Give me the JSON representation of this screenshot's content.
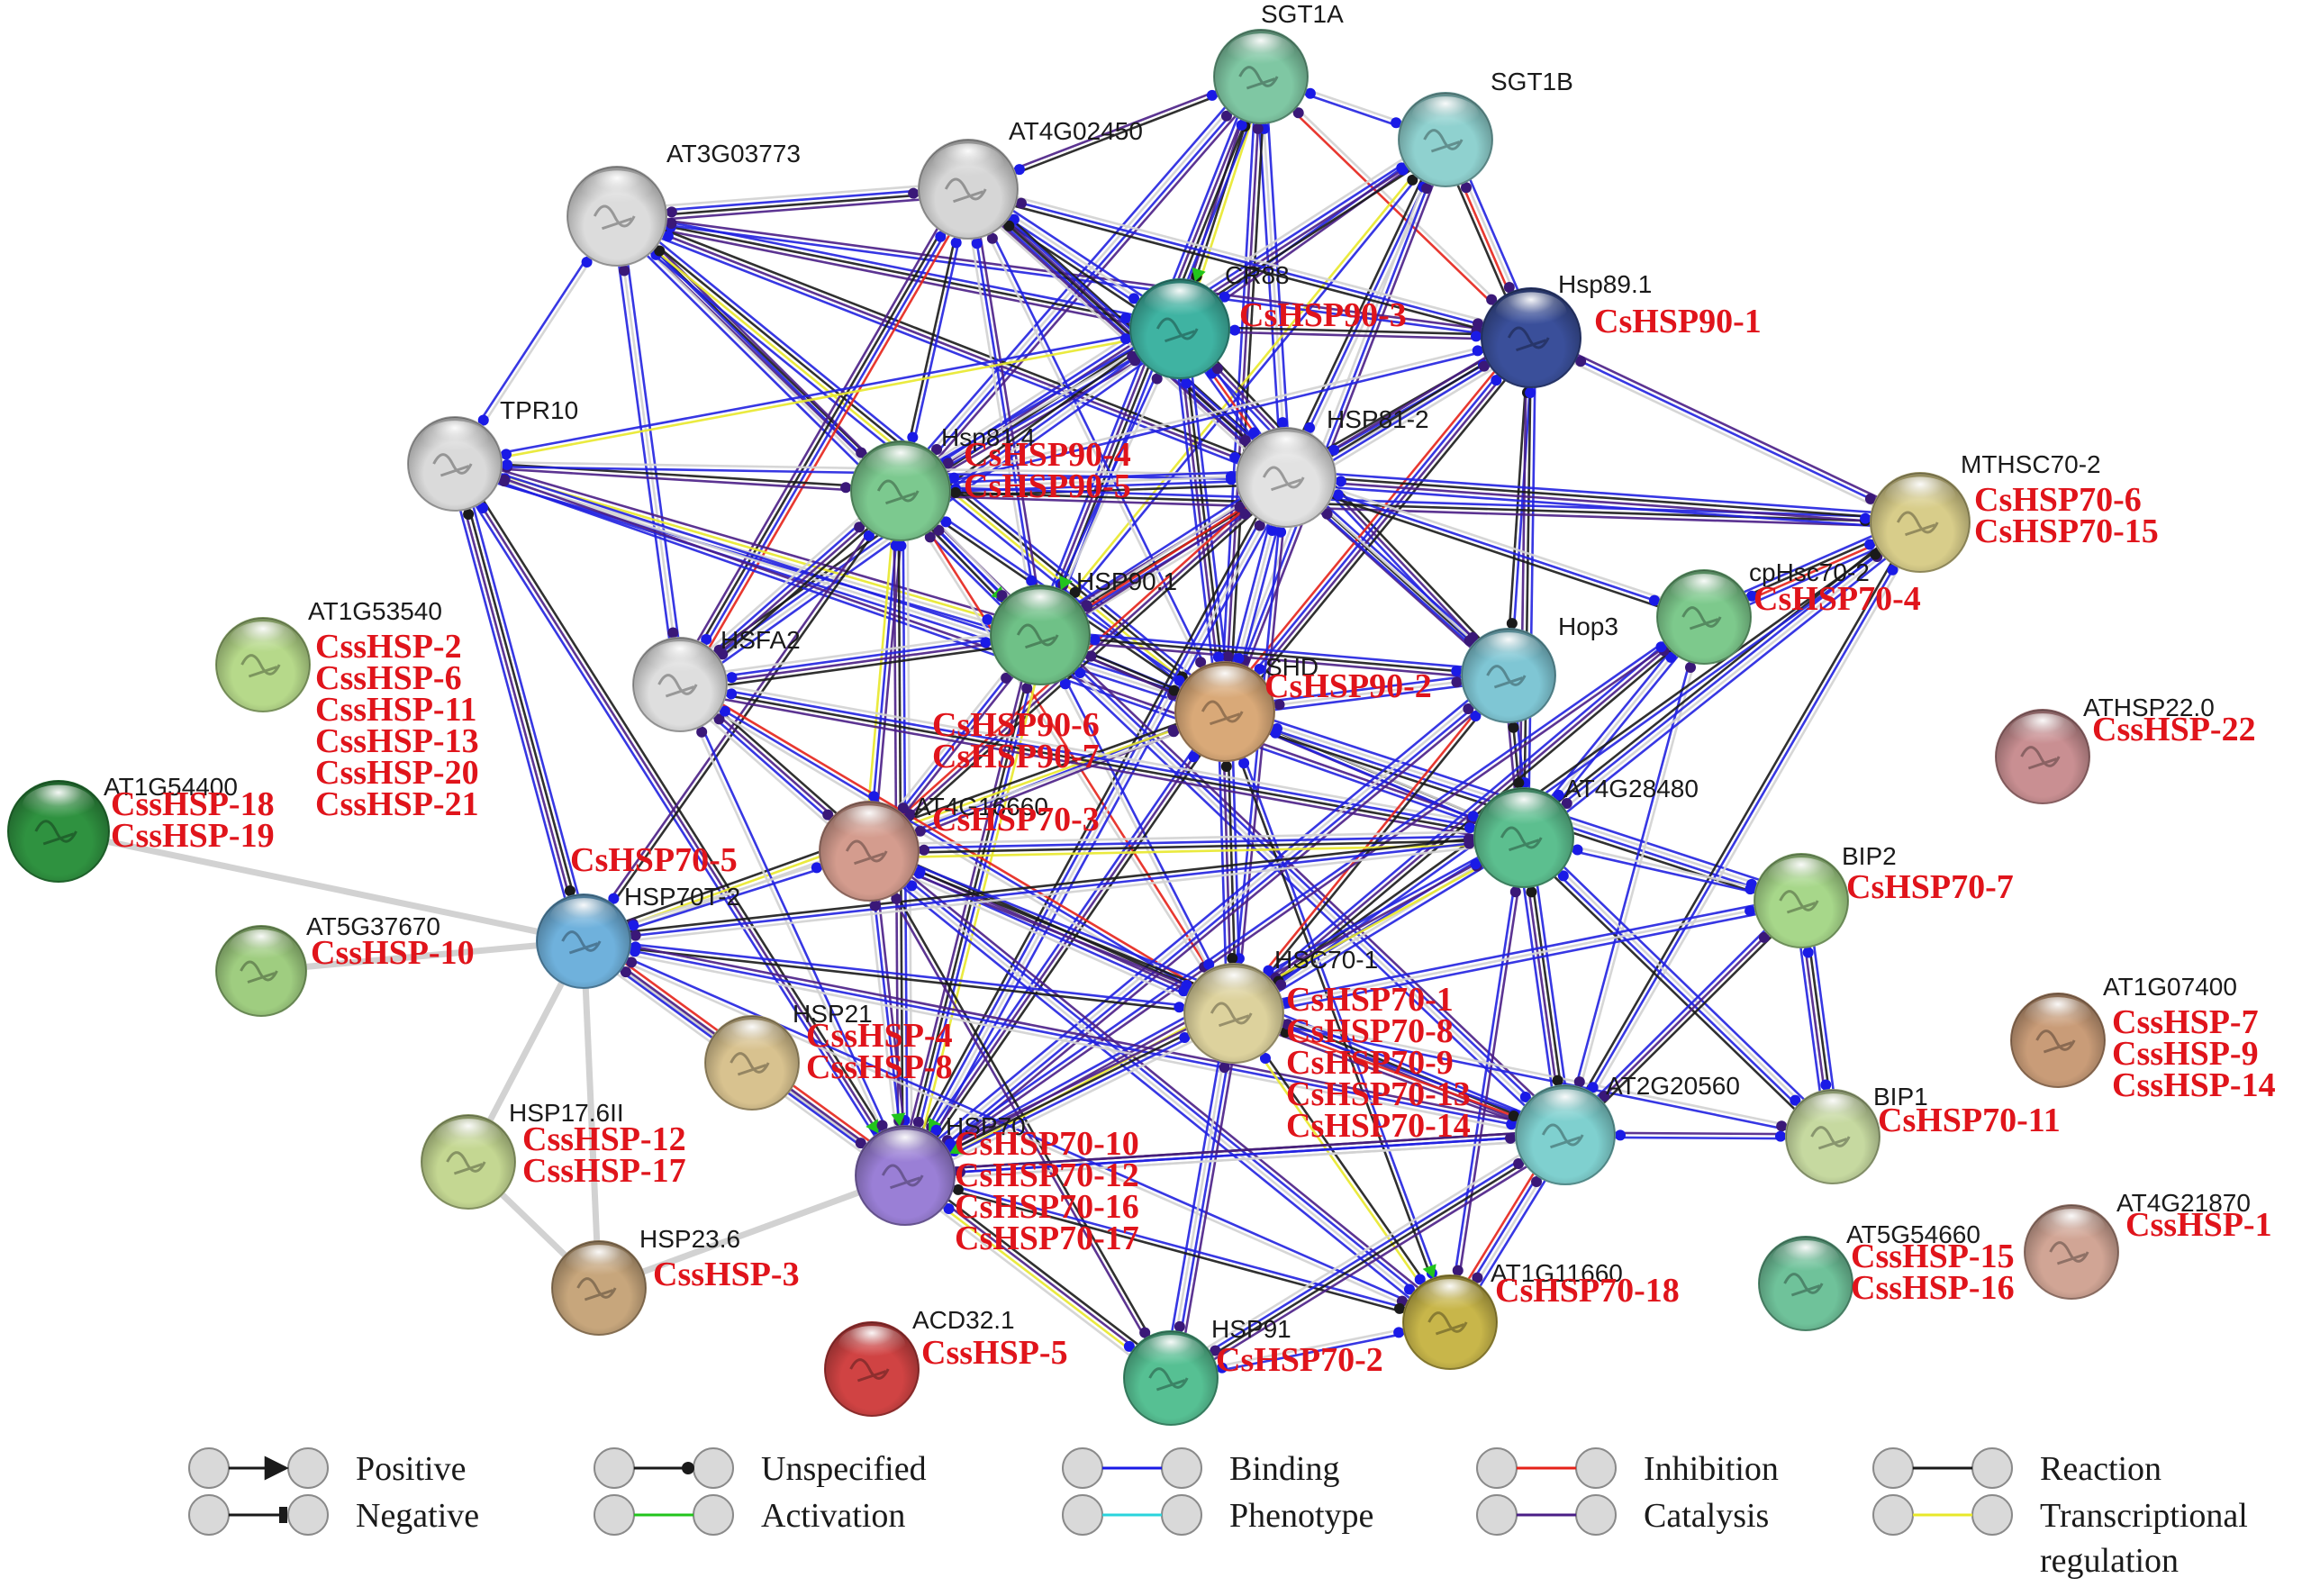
{
  "network": {
    "nodes": [
      {
        "id": "SGT1A",
        "label": "SGT1A",
        "aliases": [],
        "color": "#7fc7a3"
      },
      {
        "id": "SGT1B",
        "label": "SGT1B",
        "aliases": [],
        "color": "#8fd1cf"
      },
      {
        "id": "AT3G03773",
        "label": "AT3G03773",
        "aliases": [],
        "color": "#dcdcdc"
      },
      {
        "id": "AT4G02450",
        "label": "AT4G02450",
        "aliases": [],
        "color": "#d6d6d6"
      },
      {
        "id": "CR88",
        "label": "CR88",
        "aliases": [
          "CsHSP90-3"
        ],
        "color": "#3fb3a2"
      },
      {
        "id": "Hsp89.1",
        "label": "Hsp89.1",
        "aliases": [
          "CsHSP90-1"
        ],
        "color": "#3a4f9a"
      },
      {
        "id": "TPR10",
        "label": "TPR10",
        "aliases": [],
        "color": "#dadada"
      },
      {
        "id": "Hsp81.4",
        "label": "Hsp81.4",
        "aliases": [
          "CsHSP90-4",
          "CsHSP90-5"
        ],
        "color": "#7cc98f"
      },
      {
        "id": "HSP81-2",
        "label": "HSP81-2",
        "aliases": [],
        "color": "#e2e2e2"
      },
      {
        "id": "MTHSC70-2",
        "label": "MTHSC70-2",
        "aliases": [
          "CsHSP70-6",
          "CsHSP70-15"
        ],
        "color": "#d8cd8a"
      },
      {
        "id": "AT1G53540",
        "label": "AT1G53540",
        "aliases": [
          "CssHSP-2",
          "CssHSP-6",
          "CssHSP-11",
          "CssHSP-13",
          "CssHSP-20",
          "CssHSP-21"
        ],
        "color": "#b6d98a"
      },
      {
        "id": "HSP90.1",
        "label": "HSP90.1",
        "aliases": [],
        "color": "#6fc187"
      },
      {
        "id": "HSFA2",
        "label": "HSFA2",
        "aliases": [],
        "color": "#dedede"
      },
      {
        "id": "SHD",
        "label": "SHD",
        "aliases": [
          "CsHSP90-2",
          "CsHSP90-6",
          "CsHSP90-7"
        ],
        "color": "#d9a978"
      },
      {
        "id": "Hop3",
        "label": "Hop3",
        "aliases": [],
        "color": "#7fc6d4"
      },
      {
        "id": "cpHsc70-2",
        "label": "cpHsc70-2",
        "aliases": [
          "CsHSP70-4"
        ],
        "color": "#7dc98c"
      },
      {
        "id": "ATHSP22.0",
        "label": "ATHSP22.0",
        "aliases": [
          "CssHSP-22"
        ],
        "color": "#c98f92"
      },
      {
        "id": "AT1G54400",
        "label": "AT1G54400",
        "aliases": [
          "CssHSP-18",
          "CssHSP-19"
        ],
        "color": "#2f9240"
      },
      {
        "id": "AT4G16660",
        "label": "AT4G16660",
        "aliases": [
          "CsHSP70-3"
        ],
        "color": "#d49c8e"
      },
      {
        "id": "AT4G28480",
        "label": "AT4G28480",
        "aliases": [],
        "color": "#5cbf8f"
      },
      {
        "id": "HSP70T-2",
        "label": "HSP70T-2",
        "aliases": [
          "CsHSP70-5"
        ],
        "color": "#6fb1dc"
      },
      {
        "id": "AT5G37670",
        "label": "AT5G37670",
        "aliases": [
          "CssHSP-10"
        ],
        "color": "#9fcd80"
      },
      {
        "id": "BIP2",
        "label": "BIP2",
        "aliases": [
          "CsHSP70-7"
        ],
        "color": "#a7d78a"
      },
      {
        "id": "HSC70-1",
        "label": "HSC70-1",
        "aliases": [
          "CsHSP70-1",
          "CsHSP70-8",
          "CsHSP70-9",
          "CsHSP70-13",
          "CsHSP70-14"
        ],
        "color": "#ddd29d"
      },
      {
        "id": "AT1G07400",
        "label": "AT1G07400",
        "aliases": [
          "CssHSP-7",
          "CssHSP-9",
          "CssHSP-14"
        ],
        "color": "#c99c78"
      },
      {
        "id": "HSP21",
        "label": "HSP21",
        "aliases": [
          "CssHSP-4",
          "CssHSP-8"
        ],
        "color": "#d8c28f"
      },
      {
        "id": "AT2G20560",
        "label": "AT2G20560",
        "aliases": [],
        "color": "#7fd0cf"
      },
      {
        "id": "BIP1",
        "label": "BIP1",
        "aliases": [
          "CsHSP70-11"
        ],
        "color": "#c6d9a0"
      },
      {
        "id": "HSP70",
        "label": "HSP70",
        "aliases": [
          "CsHSP70-10",
          "CsHSP70-12",
          "CsHSP70-16",
          "CsHSP70-17"
        ],
        "color": "#9a7fd6"
      },
      {
        "id": "HSP17.6II",
        "label": "HSP17.6II",
        "aliases": [
          "CssHSP-12",
          "CssHSP-17"
        ],
        "color": "#c4d792"
      },
      {
        "id": "HSP23.6",
        "label": "HSP23.6",
        "aliases": [
          "CssHSP-3"
        ],
        "color": "#c7a67c"
      },
      {
        "id": "AT4G21870",
        "label": "AT4G21870",
        "aliases": [
          "CssHSP-1"
        ],
        "color": "#d1a595"
      },
      {
        "id": "AT5G54660",
        "label": "AT5G54660",
        "aliases": [
          "CssHSP-15",
          "CssHSP-16"
        ],
        "color": "#6fc29a"
      },
      {
        "id": "AT1G11660",
        "label": "AT1G11660",
        "aliases": [
          "CsHSP70-18"
        ],
        "color": "#c8b64a"
      },
      {
        "id": "ACD32.1",
        "label": "ACD32.1",
        "aliases": [
          "CssHSP-5"
        ],
        "color": "#d04343"
      },
      {
        "id": "HSP91",
        "label": "HSP91",
        "aliases": [
          "CsHSP70-2"
        ],
        "color": "#56c093"
      }
    ],
    "edges": [
      [
        "SGT1A",
        "CR88"
      ],
      [
        "SGT1A",
        "AT4G02450"
      ],
      [
        "SGT1A",
        "Hsp81.4"
      ],
      [
        "SGT1A",
        "HSP81-2"
      ],
      [
        "SGT1A",
        "Hsp89.1"
      ],
      [
        "SGT1A",
        "HSP90.1"
      ],
      [
        "SGT1A",
        "SHD"
      ],
      [
        "SGT1B",
        "CR88"
      ],
      [
        "SGT1B",
        "Hsp89.1"
      ],
      [
        "SGT1B",
        "HSP81-2"
      ],
      [
        "SGT1B",
        "HSP90.1"
      ],
      [
        "SGT1B",
        "Hsp81.4"
      ],
      [
        "SGT1B",
        "SHD"
      ],
      [
        "SGT1B",
        "SGT1A"
      ],
      [
        "AT3G03773",
        "AT4G02450"
      ],
      [
        "AT3G03773",
        "CR88"
      ],
      [
        "AT3G03773",
        "Hsp81.4"
      ],
      [
        "AT3G03773",
        "HSP90.1"
      ],
      [
        "AT3G03773",
        "HSFA2"
      ],
      [
        "AT3G03773",
        "TPR10"
      ],
      [
        "AT3G03773",
        "SHD"
      ],
      [
        "AT3G03773",
        "HSP81-2"
      ],
      [
        "AT3G03773",
        "Hsp89.1"
      ],
      [
        "AT4G02450",
        "CR88"
      ],
      [
        "AT4G02450",
        "Hsp89.1"
      ],
      [
        "AT4G02450",
        "Hsp81.4"
      ],
      [
        "AT4G02450",
        "HSP81-2"
      ],
      [
        "AT4G02450",
        "HSP90.1"
      ],
      [
        "AT4G02450",
        "SHD"
      ],
      [
        "AT4G02450",
        "HSFA2"
      ],
      [
        "AT4G02450",
        "Hop3"
      ],
      [
        "CR88",
        "Hsp89.1"
      ],
      [
        "CR88",
        "Hsp81.4"
      ],
      [
        "CR88",
        "HSP81-2"
      ],
      [
        "CR88",
        "HSP90.1"
      ],
      [
        "CR88",
        "SHD"
      ],
      [
        "CR88",
        "Hop3"
      ],
      [
        "CR88",
        "TPR10"
      ],
      [
        "CR88",
        "HSFA2"
      ],
      [
        "Hsp89.1",
        "HSP81-2"
      ],
      [
        "Hsp89.1",
        "Hop3"
      ],
      [
        "Hsp89.1",
        "SHD"
      ],
      [
        "Hsp89.1",
        "MTHSC70-2"
      ],
      [
        "Hsp89.1",
        "Hsp81.4"
      ],
      [
        "Hsp89.1",
        "HSP90.1"
      ],
      [
        "Hsp89.1",
        "AT4G28480"
      ],
      [
        "TPR10",
        "Hsp81.4"
      ],
      [
        "TPR10",
        "HSP90.1"
      ],
      [
        "TPR10",
        "SHD"
      ],
      [
        "TPR10",
        "HSP81-2"
      ],
      [
        "TPR10",
        "HSP70T-2"
      ],
      [
        "TPR10",
        "HSP70"
      ],
      [
        "TPR10",
        "AT4G28480"
      ],
      [
        "Hsp81.4",
        "HSP81-2"
      ],
      [
        "Hsp81.4",
        "HSP90.1"
      ],
      [
        "Hsp81.4",
        "SHD"
      ],
      [
        "Hsp81.4",
        "HSFA2"
      ],
      [
        "Hsp81.4",
        "AT4G16660"
      ],
      [
        "Hsp81.4",
        "HSC70-1"
      ],
      [
        "Hsp81.4",
        "HSP70"
      ],
      [
        "Hsp81.4",
        "MTHSC70-2"
      ],
      [
        "Hsp81.4",
        "HSP70T-2"
      ],
      [
        "HSP81-2",
        "HSP90.1"
      ],
      [
        "HSP81-2",
        "SHD"
      ],
      [
        "HSP81-2",
        "Hop3"
      ],
      [
        "HSP81-2",
        "MTHSC70-2"
      ],
      [
        "HSP81-2",
        "AT4G16660"
      ],
      [
        "HSP81-2",
        "HSC70-1"
      ],
      [
        "HSP81-2",
        "HSP70"
      ],
      [
        "HSP81-2",
        "cpHsc70-2"
      ],
      [
        "HSP90.1",
        "SHD"
      ],
      [
        "HSP90.1",
        "HSFA2"
      ],
      [
        "HSP90.1",
        "AT4G16660"
      ],
      [
        "HSP90.1",
        "HSC70-1"
      ],
      [
        "HSP90.1",
        "HSP70"
      ],
      [
        "HSP90.1",
        "Hop3"
      ],
      [
        "HSP90.1",
        "AT4G28480"
      ],
      [
        "HSP90.1",
        "AT2G20560"
      ],
      [
        "SHD",
        "Hop3"
      ],
      [
        "SHD",
        "AT4G28480"
      ],
      [
        "SHD",
        "HSC70-1"
      ],
      [
        "SHD",
        "HSP70"
      ],
      [
        "SHD",
        "AT4G16660"
      ],
      [
        "SHD",
        "BIP2"
      ],
      [
        "SHD",
        "HSP70T-2"
      ],
      [
        "SHD",
        "AT1G11660"
      ],
      [
        "HSFA2",
        "AT4G16660"
      ],
      [
        "HSFA2",
        "HSC70-1"
      ],
      [
        "HSFA2",
        "HSP70"
      ],
      [
        "HSFA2",
        "AT4G28480"
      ],
      [
        "Hop3",
        "AT4G28480"
      ],
      [
        "Hop3",
        "HSC70-1"
      ],
      [
        "Hop3",
        "HSP70"
      ],
      [
        "cpHsc70-2",
        "AT4G28480"
      ],
      [
        "cpHsc70-2",
        "AT2G20560"
      ],
      [
        "cpHsc70-2",
        "MTHSC70-2"
      ],
      [
        "cpHsc70-2",
        "HSC70-1"
      ],
      [
        "cpHsc70-2",
        "HSP70"
      ],
      [
        "MTHSC70-2",
        "AT4G28480"
      ],
      [
        "MTHSC70-2",
        "AT2G20560"
      ],
      [
        "MTHSC70-2",
        "HSC70-1"
      ],
      [
        "AT4G16660",
        "HSC70-1"
      ],
      [
        "AT4G16660",
        "HSP70"
      ],
      [
        "AT4G16660",
        "HSP70T-2"
      ],
      [
        "AT4G16660",
        "AT4G28480"
      ],
      [
        "AT4G16660",
        "AT2G20560"
      ],
      [
        "AT4G16660",
        "HSP91"
      ],
      [
        "AT4G16660",
        "AT1G11660"
      ],
      [
        "AT4G28480",
        "HSC70-1"
      ],
      [
        "AT4G28480",
        "BIP2"
      ],
      [
        "AT4G28480",
        "AT2G20560"
      ],
      [
        "AT4G28480",
        "HSP70"
      ],
      [
        "AT4G28480",
        "AT1G11660"
      ],
      [
        "AT4G28480",
        "BIP1"
      ],
      [
        "AT4G28480",
        "HSP70T-2"
      ],
      [
        "HSP70T-2",
        "HSC70-1"
      ],
      [
        "HSP70T-2",
        "HSP70"
      ],
      [
        "HSP70T-2",
        "AT2G20560"
      ],
      [
        "HSP70T-2",
        "AT1G11660"
      ],
      [
        "HSC70-1",
        "HSP70"
      ],
      [
        "HSC70-1",
        "AT2G20560"
      ],
      [
        "HSC70-1",
        "AT1G11660"
      ],
      [
        "HSC70-1",
        "HSP91"
      ],
      [
        "HSC70-1",
        "BIP2"
      ],
      [
        "HSC70-1",
        "BIP1"
      ],
      [
        "BIP2",
        "BIP1"
      ],
      [
        "BIP2",
        "AT2G20560"
      ],
      [
        "AT2G20560",
        "BIP1"
      ],
      [
        "AT2G20560",
        "AT1G11660"
      ],
      [
        "AT2G20560",
        "HSP70"
      ],
      [
        "HSP70",
        "AT1G11660"
      ],
      [
        "HSP70",
        "HSP91"
      ],
      [
        "HSP70",
        "AT2G20560"
      ],
      [
        "AT1G11660",
        "HSP91"
      ],
      [
        "HSP91",
        "AT2G20560"
      ]
    ],
    "thin_grey_edges": [
      [
        "HSP70T-2",
        "AT1G54400"
      ],
      [
        "HSP70T-2",
        "AT5G37670"
      ],
      [
        "HSP70T-2",
        "HSP17.6II"
      ],
      [
        "HSP70T-2",
        "HSP23.6"
      ],
      [
        "HSP70T-2",
        "HSP21"
      ],
      [
        "HSP17.6II",
        "HSP23.6"
      ],
      [
        "HSP23.6",
        "HSP70"
      ],
      [
        "HSP21",
        "HSP70"
      ]
    ]
  },
  "legend": {
    "items": [
      {
        "label": "Positive",
        "kind": "arrow"
      },
      {
        "label": "Negative",
        "kind": "bar"
      },
      {
        "label": "Unspecified",
        "kind": "dot"
      },
      {
        "label": "Activation",
        "kind": "line",
        "color": "#22c41c"
      },
      {
        "label": "Binding",
        "kind": "line",
        "color": "#1a1ae6"
      },
      {
        "label": "Phenotype",
        "kind": "line",
        "color": "#2ad4dc"
      },
      {
        "label": "Inhibition",
        "kind": "line",
        "color": "#e52219"
      },
      {
        "label": "Catalysis",
        "kind": "line",
        "color": "#4a1e86"
      },
      {
        "label": "Reaction",
        "kind": "line",
        "color": "#1a1a1a"
      },
      {
        "label": "Transcriptional",
        "label2": "regulation",
        "kind": "line",
        "color": "#e8e82a"
      }
    ]
  },
  "colors": {
    "binding": "#2121e0",
    "reaction": "#1a1a1a",
    "catalysis": "#4a1e86",
    "inhibition": "#e52219",
    "activation": "#22c41c",
    "transcriptional": "#e8e82a",
    "association": "#d2d2d2",
    "alias_text": "#e0141b"
  }
}
